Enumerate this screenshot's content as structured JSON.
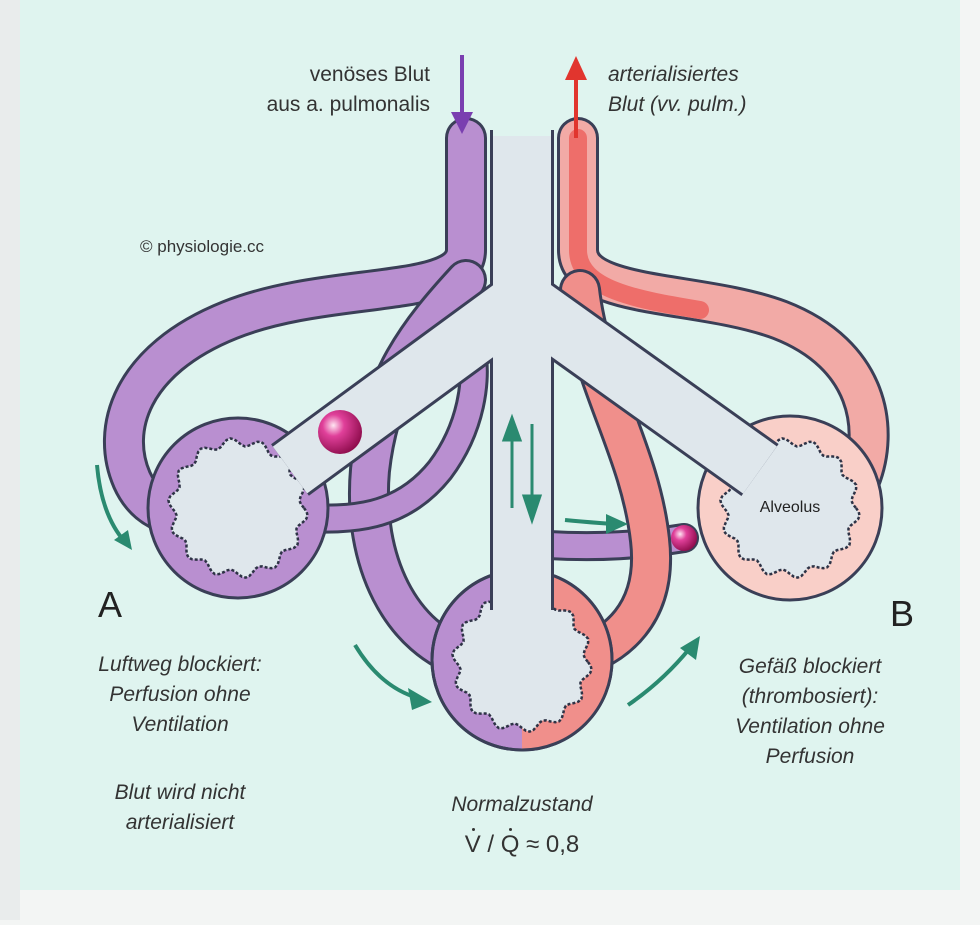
{
  "colors": {
    "background": "#dff4ef",
    "venous": "#b98fd0",
    "arterial": "#f2aaa6",
    "airway": "#dfe7ec",
    "outline": "#3a3f57",
    "arrow_green": "#2a8a70",
    "arrow_purple": "#7a3fb0",
    "arrow_red": "#e1352e",
    "clot": "#cc1f7a"
  },
  "labels": {
    "venous_line1": "venöses Blut",
    "venous_line2": "aus a. pulmonalis",
    "arterial_line1": "arterialisiertes",
    "arterial_line2": "Blut (vv. pulm.)",
    "copyright": "© physiologie.cc",
    "alveolus": "Alveolus",
    "letter_a": "A",
    "letter_b": "B",
    "a_line1": "Luftweg blockiert:",
    "a_line2": "Perfusion ohne",
    "a_line3": "Ventilation",
    "a_note1": "Blut wird nicht",
    "a_note2": "arterialisiert",
    "normal": "Normalzustand",
    "formula_v": "V",
    "formula_slash": " / ",
    "formula_q": "Q",
    "formula_value": " ≈ 0,8",
    "b_line1": "Gefäß blockiert",
    "b_line2": "(thrombosiert):",
    "b_line3": "Ventilation ohne",
    "b_line4": "Perfusion"
  },
  "icons": [
    "arrow-down-icon",
    "arrow-up-icon",
    "bidirectional-arrow-icon",
    "flow-arrow-icon",
    "thrombus-icon"
  ]
}
